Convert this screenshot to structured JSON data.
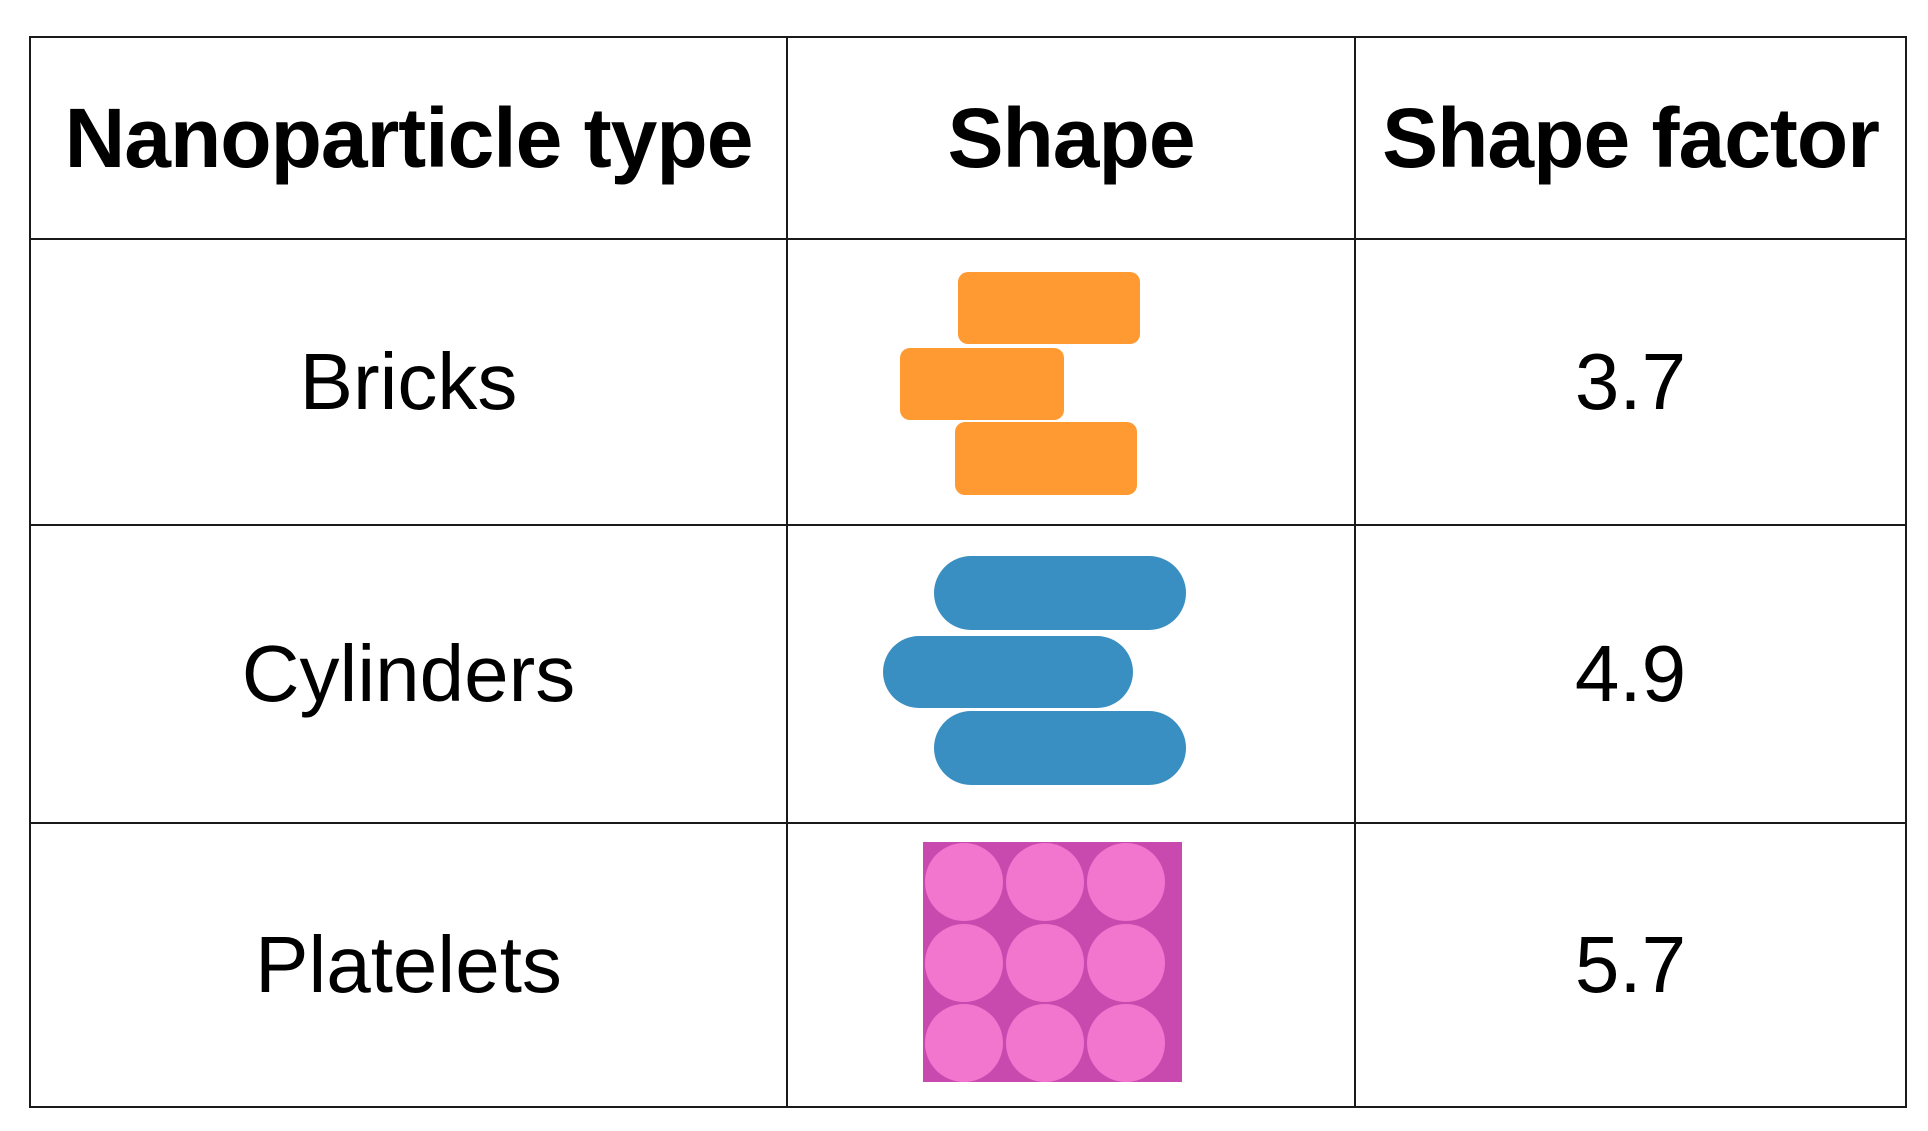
{
  "table": {
    "headers": [
      "Nanoparticle type",
      "Shape",
      "Shape factor"
    ],
    "rows": [
      {
        "type": "Bricks",
        "shape_icon": "bricks-shape-icon",
        "shape_color": "#FF9A33",
        "factor": "3.7"
      },
      {
        "type": "Cylinders",
        "shape_icon": "cylinders-shape-icon",
        "shape_color": "#3A8FC2",
        "factor": "4.9"
      },
      {
        "type": "Platelets",
        "shape_icon": "platelets-shape-icon",
        "shape_color": "#F275CE",
        "factor": "5.7"
      }
    ]
  }
}
